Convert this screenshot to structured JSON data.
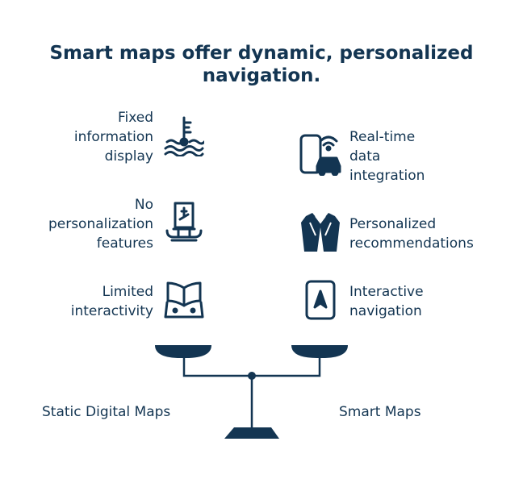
{
  "title": "Smart maps offer dynamic, personalized navigation.",
  "colors": {
    "primary": "#133552",
    "background": "#ffffff"
  },
  "left_side": {
    "label": "Static Digital Maps",
    "items": [
      {
        "text": "Fixed\ninformation\ndisplay",
        "icon": "thermometer-waves-icon"
      },
      {
        "text": "No\npersonalization\nfeatures",
        "icon": "sign-post-icon"
      },
      {
        "text": "Limited\ninteractivity",
        "icon": "open-book-icon"
      }
    ]
  },
  "right_side": {
    "label": "Smart Maps",
    "items": [
      {
        "text": "Real-time\ndata\nintegration",
        "icon": "phone-car-signal-icon"
      },
      {
        "text": "Personalized\nrecommendations",
        "icon": "suit-jacket-icon"
      },
      {
        "text": "Interactive\nnavigation",
        "icon": "phone-navigation-icon"
      }
    ]
  }
}
